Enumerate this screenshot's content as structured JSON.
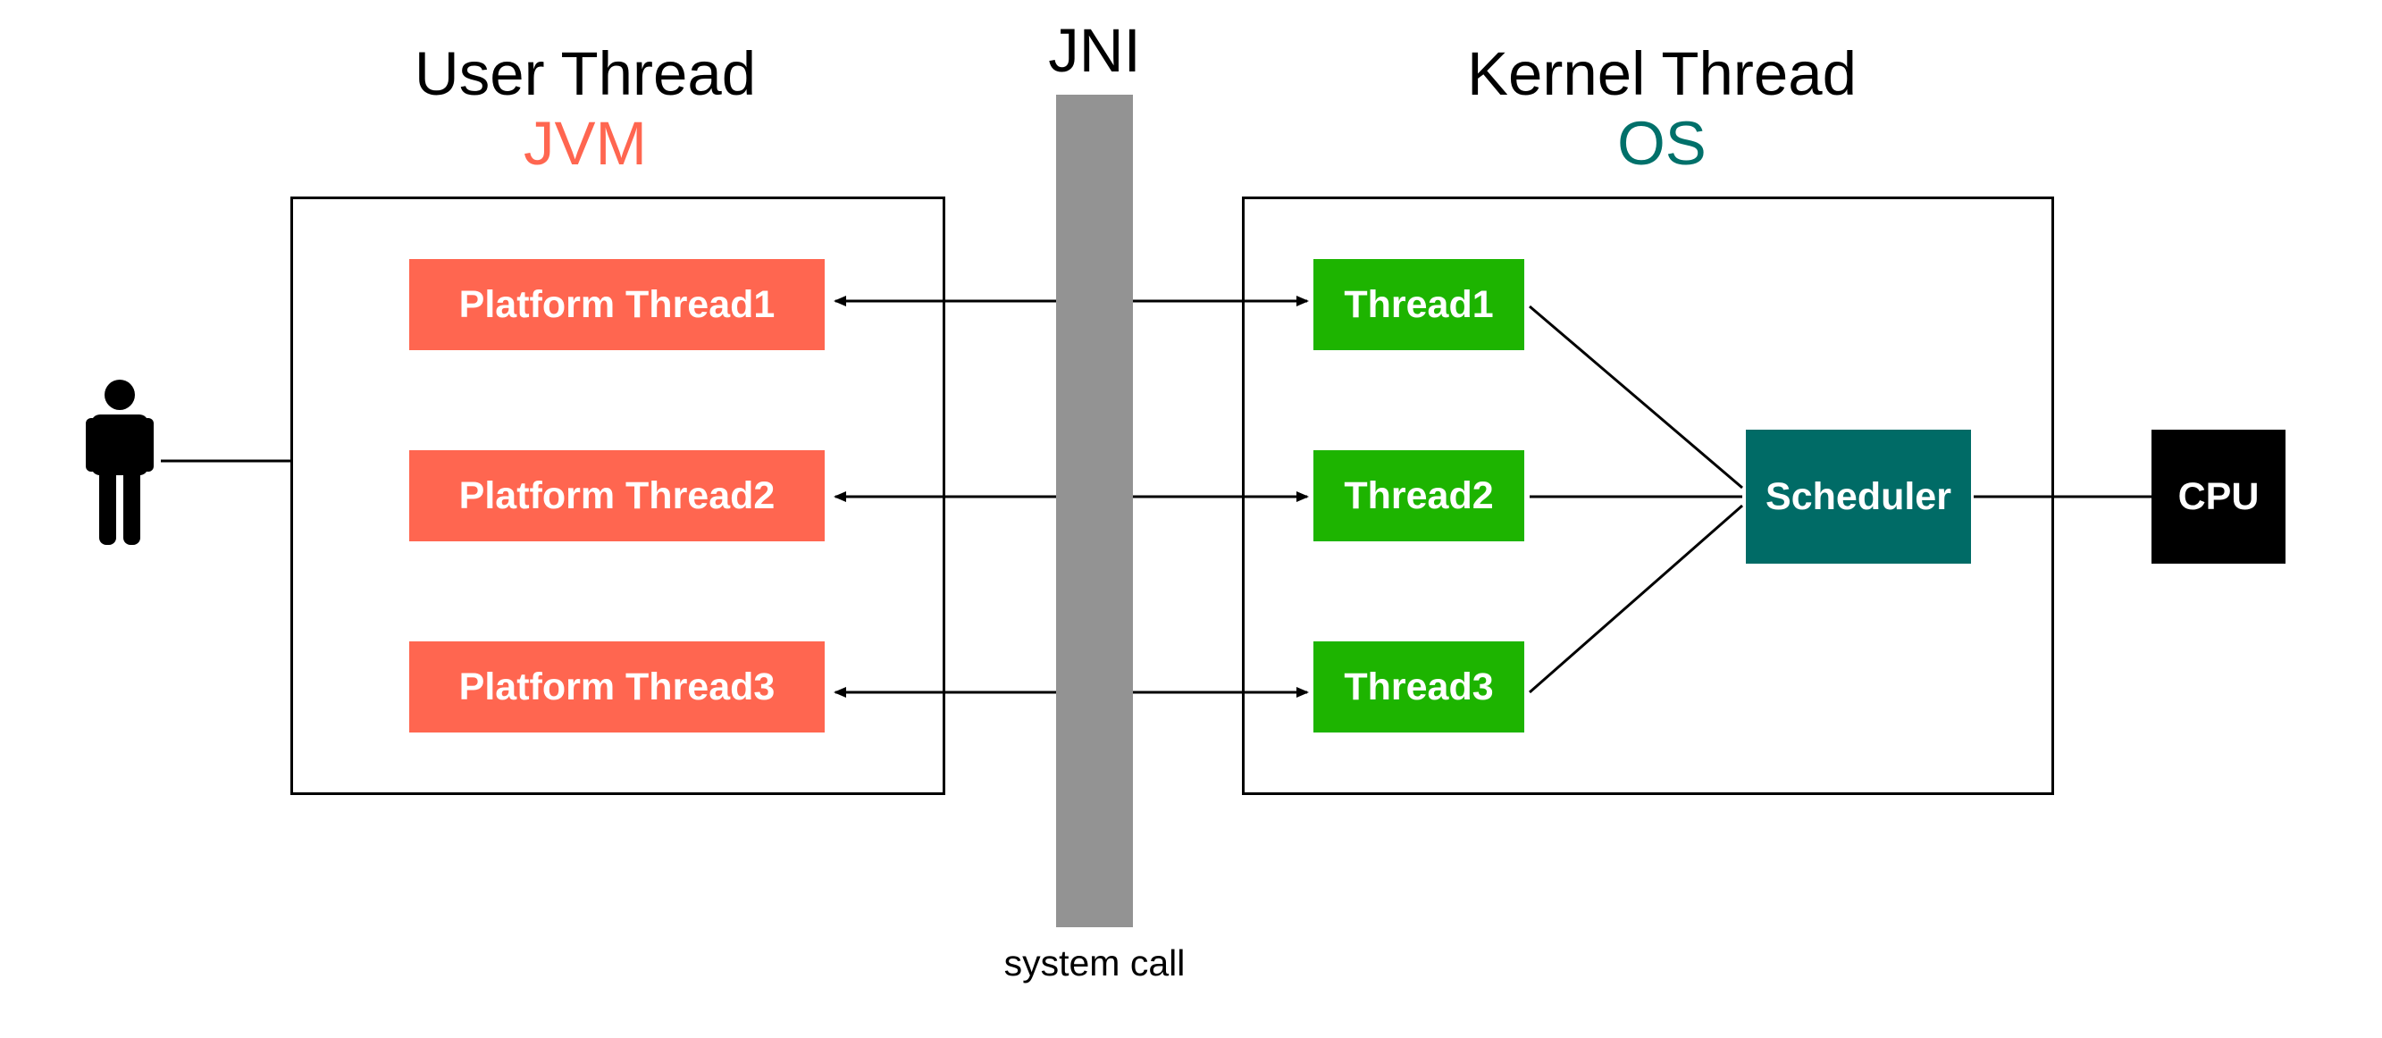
{
  "user_side": {
    "title": "User Thread",
    "subtitle": "JVM",
    "subtitle_color": "#ff6650",
    "threads": [
      "Platform Thread1",
      "Platform Thread2",
      "Platform Thread3"
    ],
    "thread_color": "#ff6650"
  },
  "jni": {
    "label": "JNI",
    "caption": "system call",
    "bar_color": "#939393"
  },
  "kernel_side": {
    "title": "Kernel Thread",
    "subtitle": "OS",
    "subtitle_color": "#00706a",
    "threads": [
      "Thread1",
      "Thread2",
      "Thread3"
    ],
    "thread_color": "#1db400",
    "scheduler": "Scheduler",
    "scheduler_color": "#006b66"
  },
  "cpu": {
    "label": "CPU",
    "color": "#000000"
  },
  "icons": {
    "user": "person-icon"
  }
}
